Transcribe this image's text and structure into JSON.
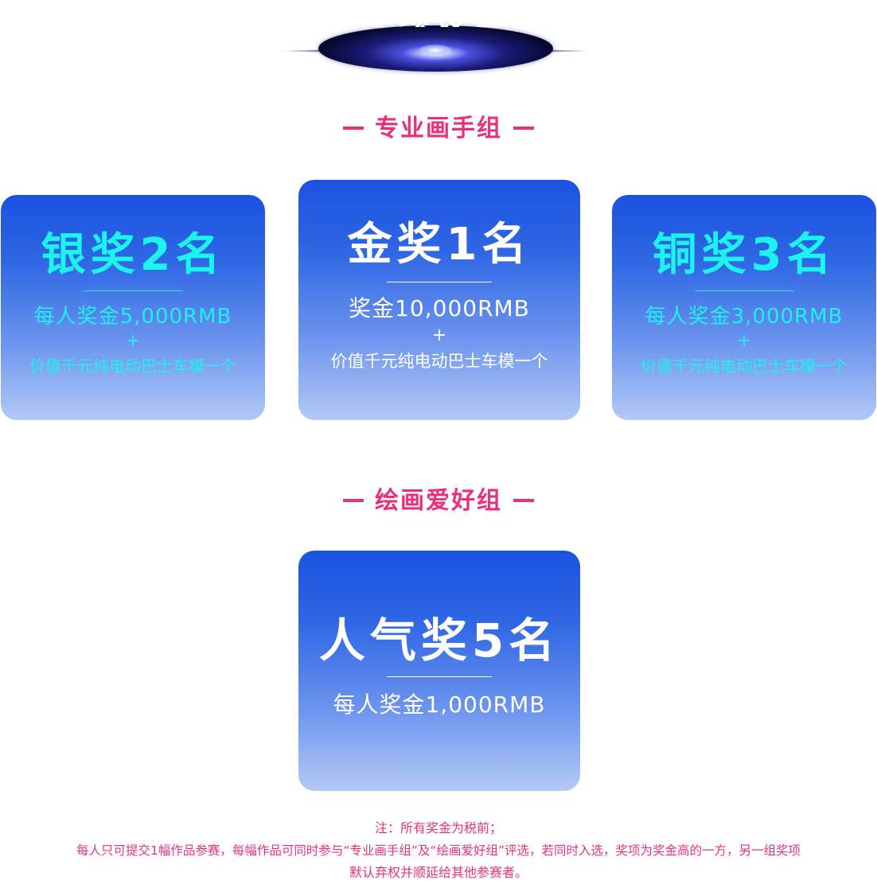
{
  "header": {
    "banner_text": "奖项设置"
  },
  "professional": {
    "title": "专业画手组",
    "silver": {
      "title": "银奖2名",
      "prize": "每人奖金5,000RMB",
      "plus": "+",
      "extra": "价值千元纯电动巴士车模一个"
    },
    "gold": {
      "title": "金奖1名",
      "prize": "奖金10,000RMB",
      "plus": "+",
      "extra": "价值千元纯电动巴士车模一个"
    },
    "bronze": {
      "title": "铜奖3名",
      "prize": "每人奖金3,000RMB",
      "plus": "+",
      "extra": "价值千元纯电动巴士车模一个"
    }
  },
  "amateur": {
    "title": "绘画爱好组",
    "popular": {
      "title": "人气奖5名",
      "prize": "每人奖金1,000RMB"
    }
  },
  "notes": [
    "注：所有奖金为税前；",
    "每人只可提交1幅作品参赛，每幅作品可同时参与“专业画手组”及“绘画爱好组”评选，若同时入选，奖项为奖金高的一方，另一组奖项",
    "默认弃权并顺延给其他参赛者。"
  ],
  "colors": {
    "accent": "#e8317a",
    "cyan": "#1cf2ee",
    "card_top": "#1b52e0",
    "card_bottom": "#b3c9f6"
  }
}
